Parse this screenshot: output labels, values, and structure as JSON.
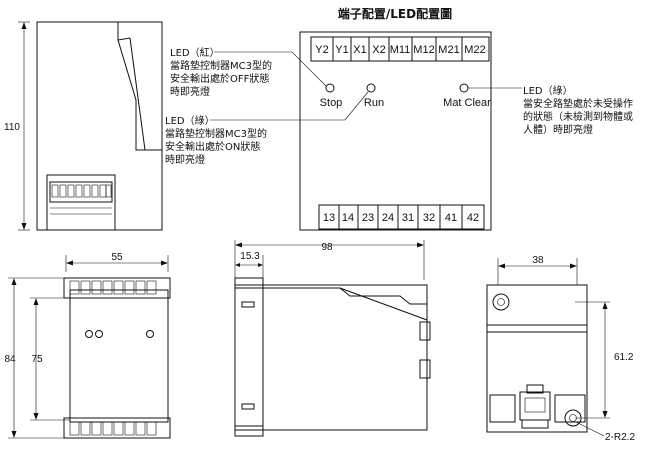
{
  "title": "端子配置/LED配置圖",
  "top_terminals": [
    "Y2",
    "Y1",
    "X1",
    "X2",
    "M11",
    "M12",
    "M21",
    "M22"
  ],
  "bottom_terminals": [
    "13",
    "14",
    "23",
    "24",
    "31",
    "32",
    "41",
    "42"
  ],
  "leds": {
    "stop": "Stop",
    "run": "Run",
    "mat_clear": "Mat Clear"
  },
  "notes": {
    "led_red": [
      "LED（紅）",
      "當路墊控制器MC3型的",
      "安全輸出處於OFF狀態",
      "時即亮燈"
    ],
    "led_green_run": [
      "LED（綠）",
      "當路墊控制器MC3型的",
      "安全輸出處於ON狀態",
      "時即亮燈"
    ],
    "led_green_mat": [
      "LED（綠）",
      "當安全路墊處於未受操作",
      "的狀態（未檢測到物體或",
      "人體）時即亮燈"
    ]
  },
  "dimensions": {
    "height_side": "110",
    "width_front": "55",
    "height_front_outer": "84",
    "height_front_inner": "75",
    "depth": "98",
    "offset": "15.3",
    "width_side": "38",
    "hole_pitch": "61.2",
    "hole_spec": "2-R2.2"
  }
}
